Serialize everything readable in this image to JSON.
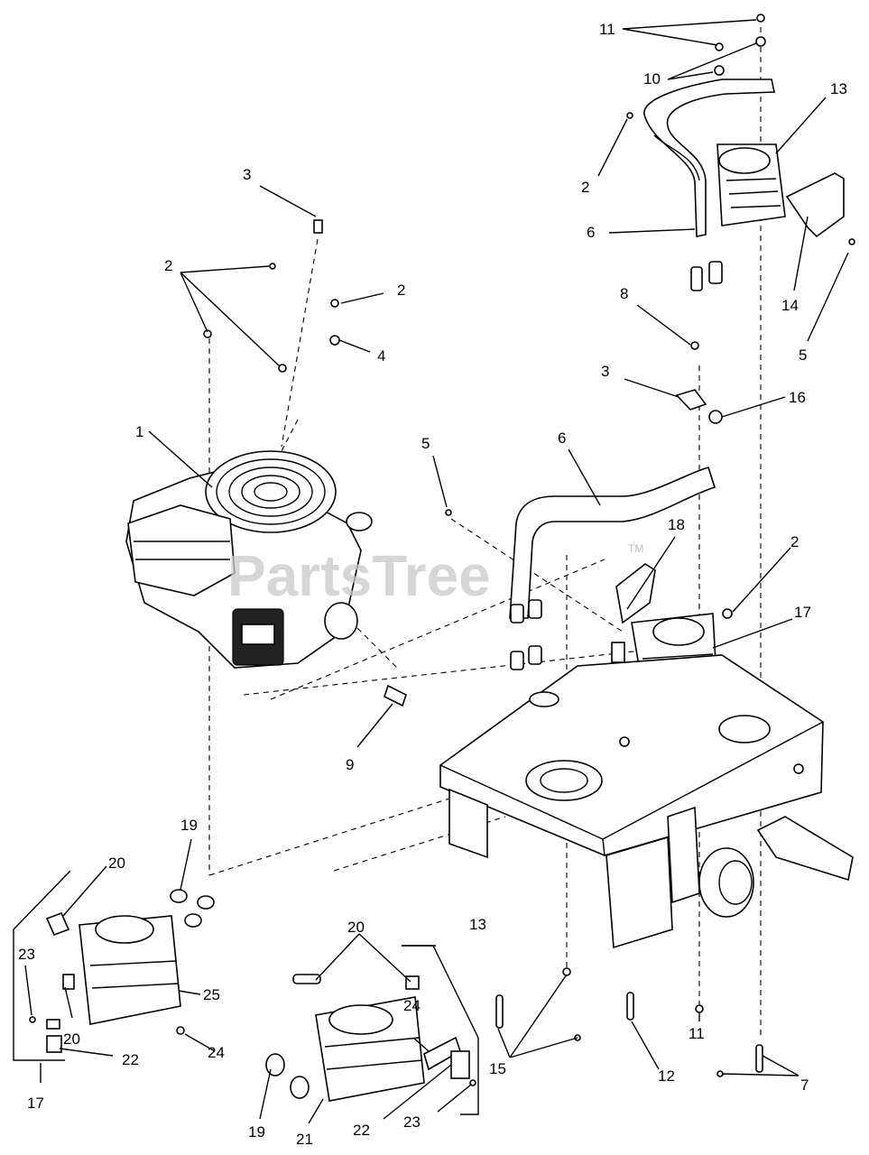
{
  "watermark": {
    "text": "PartsTree",
    "tm": "TM"
  },
  "callouts": [
    {
      "id": "c11a",
      "text": "11"
    },
    {
      "id": "c10",
      "text": "10"
    },
    {
      "id": "c13a",
      "text": "13"
    },
    {
      "id": "c2a",
      "text": "2"
    },
    {
      "id": "c6a",
      "text": "6"
    },
    {
      "id": "c14",
      "text": "14"
    },
    {
      "id": "c5a",
      "text": "5"
    },
    {
      "id": "c8",
      "text": "8"
    },
    {
      "id": "c3a",
      "text": "3"
    },
    {
      "id": "c16",
      "text": "16"
    },
    {
      "id": "c3b",
      "text": "3"
    },
    {
      "id": "c2b",
      "text": "2"
    },
    {
      "id": "c2c",
      "text": "2"
    },
    {
      "id": "c4",
      "text": "4"
    },
    {
      "id": "c1",
      "text": "1"
    },
    {
      "id": "c5b",
      "text": "5"
    },
    {
      "id": "c6b",
      "text": "6"
    },
    {
      "id": "c18",
      "text": "18"
    },
    {
      "id": "c2d",
      "text": "2"
    },
    {
      "id": "c17a",
      "text": "17"
    },
    {
      "id": "c9",
      "text": "9"
    },
    {
      "id": "c19a",
      "text": "19"
    },
    {
      "id": "c20a",
      "text": "20"
    },
    {
      "id": "c23a",
      "text": "23"
    },
    {
      "id": "c25",
      "text": "25"
    },
    {
      "id": "c20b",
      "text": "20"
    },
    {
      "id": "c24a",
      "text": "24"
    },
    {
      "id": "c22a",
      "text": "22"
    },
    {
      "id": "c17b",
      "text": "17"
    },
    {
      "id": "c20c",
      "text": "20"
    },
    {
      "id": "c13b",
      "text": "13"
    },
    {
      "id": "c24b",
      "text": "24"
    },
    {
      "id": "c15",
      "text": "15"
    },
    {
      "id": "c12",
      "text": "12"
    },
    {
      "id": "c11b",
      "text": "11"
    },
    {
      "id": "c7",
      "text": "7"
    },
    {
      "id": "c19b",
      "text": "19"
    },
    {
      "id": "c21",
      "text": "21"
    },
    {
      "id": "c22b",
      "text": "22"
    },
    {
      "id": "c23b",
      "text": "23"
    }
  ]
}
